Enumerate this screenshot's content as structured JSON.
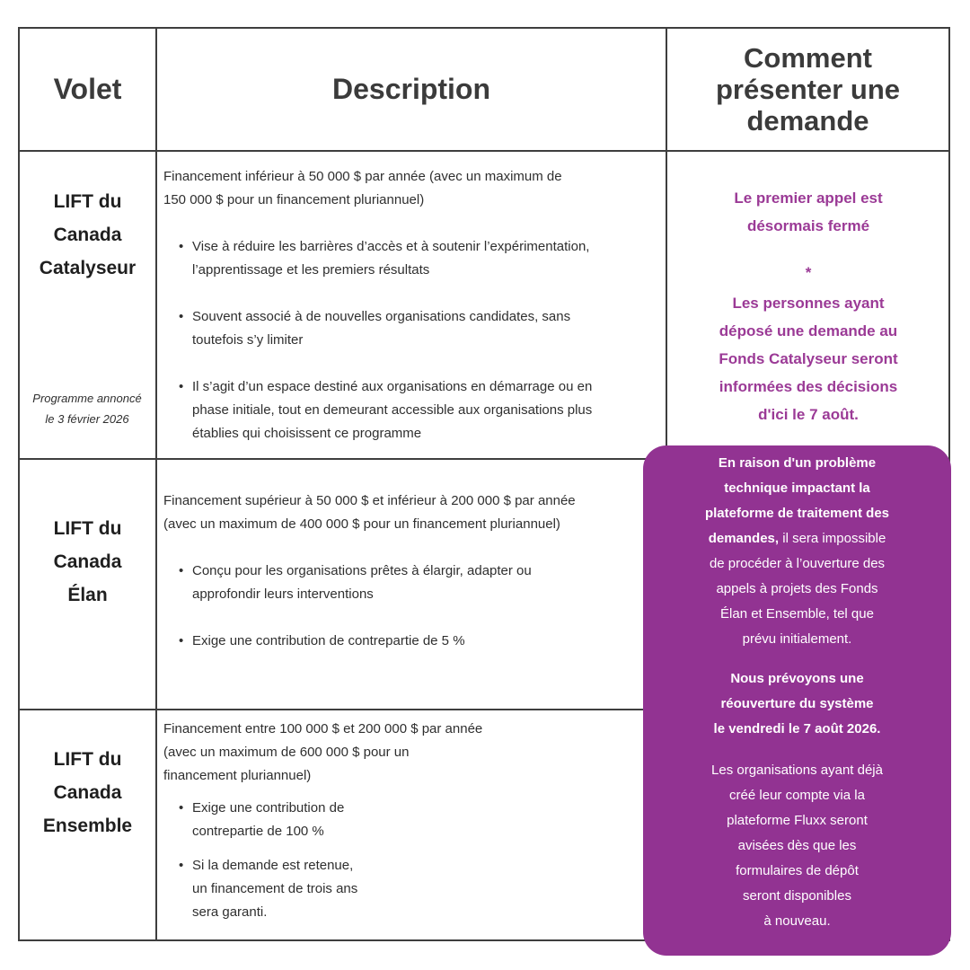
{
  "headers": {
    "volet": "Volet",
    "description": "Description",
    "how_to_apply": [
      "Comment",
      "présenter une",
      "demande"
    ]
  },
  "rows": [
    {
      "name": [
        "LIFT du",
        "Canada",
        "Catalyseur"
      ],
      "intro": [
        "Financement inférieur à 50 000 $ par année (avec un maximum de",
        "150 000 $ pour un financement pluriannuel)"
      ],
      "bullets": [
        [
          "Vise à réduire les barrières d’accès et à soutenir l’expérimentation,",
          "l’apprentissage et les premiers résultats"
        ],
        [
          "Souvent associé à de nouvelles organisations candidates, sans",
          "toutefois s’y limiter"
        ],
        [
          "Il s’agit d’un espace destiné aux organisations en démarrage ou en",
          "phase initiale, tout en demeurant accessible aux organisations plus",
          "établies qui choisissent ce programme"
        ]
      ],
      "announcement": [
        "Programme annoncé",
        "le 3 février 2026"
      ]
    },
    {
      "name": [
        "LIFT du",
        "Canada",
        "Élan"
      ],
      "intro": [
        "Financement supérieur à 50 000 $ et inférieur à 200 000 $ par année",
        "(avec un maximum de 400 000 $ pour un financement pluriannuel)"
      ],
      "bullets": [
        [
          "Conçu pour les organisations prêtes à élargir, adapter ou",
          "approfondir leurs interventions"
        ],
        [
          "Exige une contribution de contrepartie de 5 %"
        ]
      ]
    },
    {
      "name": [
        "LIFT du",
        "Canada",
        "Ensemble"
      ],
      "intro": [
        "Financement entre 100 000 $ et 200 000 $ par année",
        "(avec un maximum de 600 000 $ pour un",
        "financement pluriannuel)"
      ],
      "bullets": [
        [
          "Exige une contribution de",
          "contrepartie de 100 %"
        ],
        [
          "Si la demande est retenue,",
          "un financement de trois ans",
          "sera garanti."
        ]
      ]
    }
  ],
  "catalyseur_status": {
    "closed": [
      "Le premier appel est",
      "désormais fermé"
    ],
    "separator": "*",
    "decision": [
      "Les personnes ayant",
      "déposé une demande au",
      "Fonds Catalyseur seront",
      "informées des décisions",
      "d'ici le 7 août."
    ]
  },
  "notice": {
    "p1_bold": [
      "En raison d'un problème",
      "technique impactant la",
      "plateforme de traitement des",
      "demandes,"
    ],
    "p1_rest": [
      " il sera impossible",
      "de procéder à l’ouverture des",
      "appels à  projets des Fonds",
      "Élan et Ensemble, tel que",
      "prévu initialement."
    ],
    "p2": [
      "Nous prévoyons une",
      "réouverture du système",
      "le vendredi le 7 août 2026."
    ],
    "p3": [
      "Les organisations ayant déjà",
      "créé leur compte via la",
      "plateforme Fluxx seront",
      "avisées dès que les",
      "formulaires de dépôt",
      "seront disponibles",
      "à nouveau."
    ]
  },
  "colors": {
    "border": "#3e3e3e",
    "accent_text": "#9b3a96",
    "notice_bg": "#923392"
  }
}
